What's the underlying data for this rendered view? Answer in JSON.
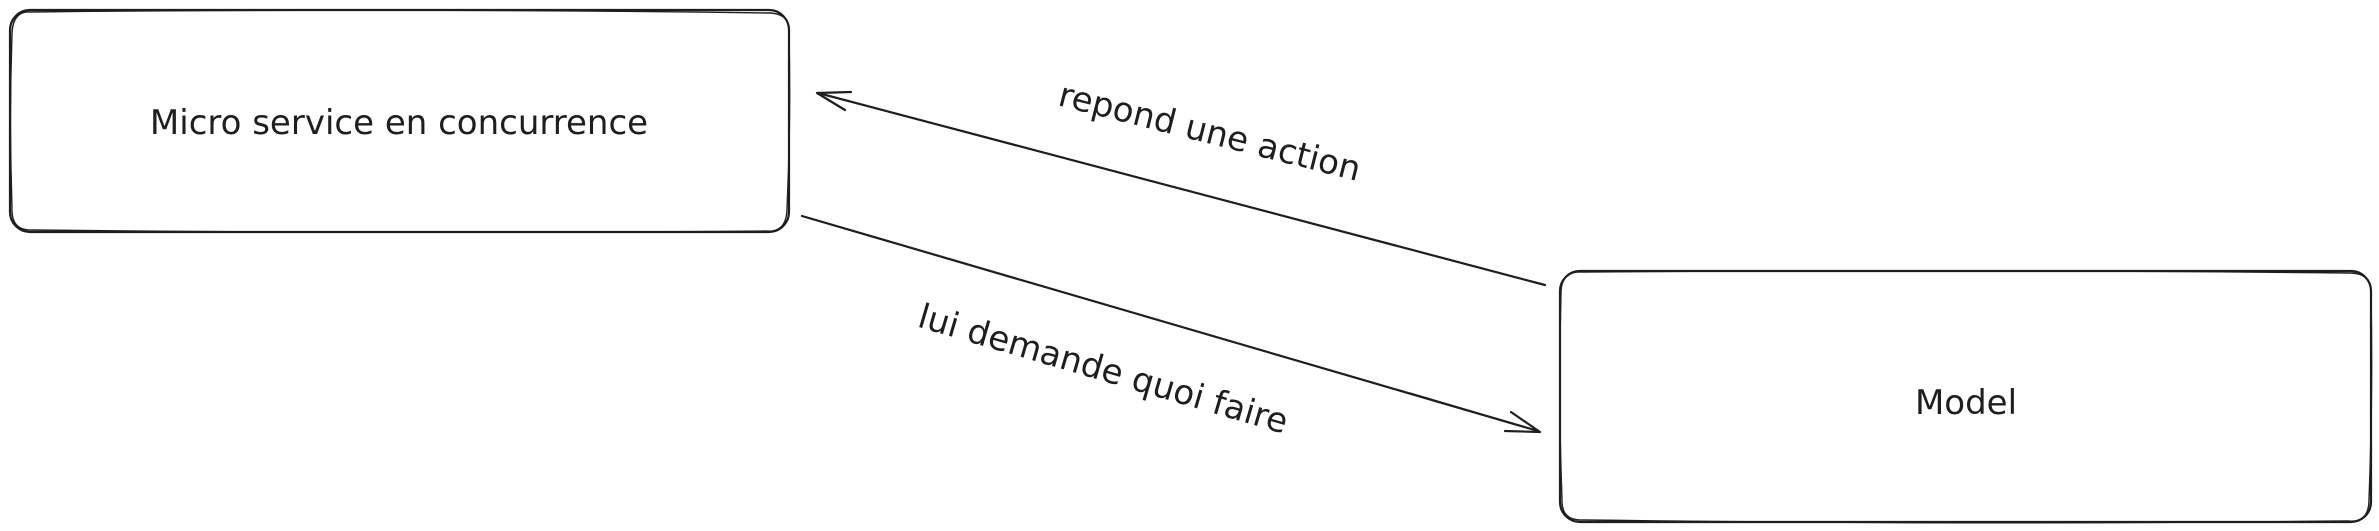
{
  "diagram": {
    "nodes": [
      {
        "id": "microservice",
        "label": "Micro service en concurrence"
      },
      {
        "id": "model",
        "label": "Model"
      }
    ],
    "edges": [
      {
        "from": "microservice",
        "to": "model",
        "label": "lui demande quoi faire"
      },
      {
        "from": "model",
        "to": "microservice",
        "label": "repond une action"
      }
    ],
    "colors": {
      "stroke": "#1e1e1e",
      "fill": "#ffffff",
      "background": "#ffffff"
    }
  }
}
